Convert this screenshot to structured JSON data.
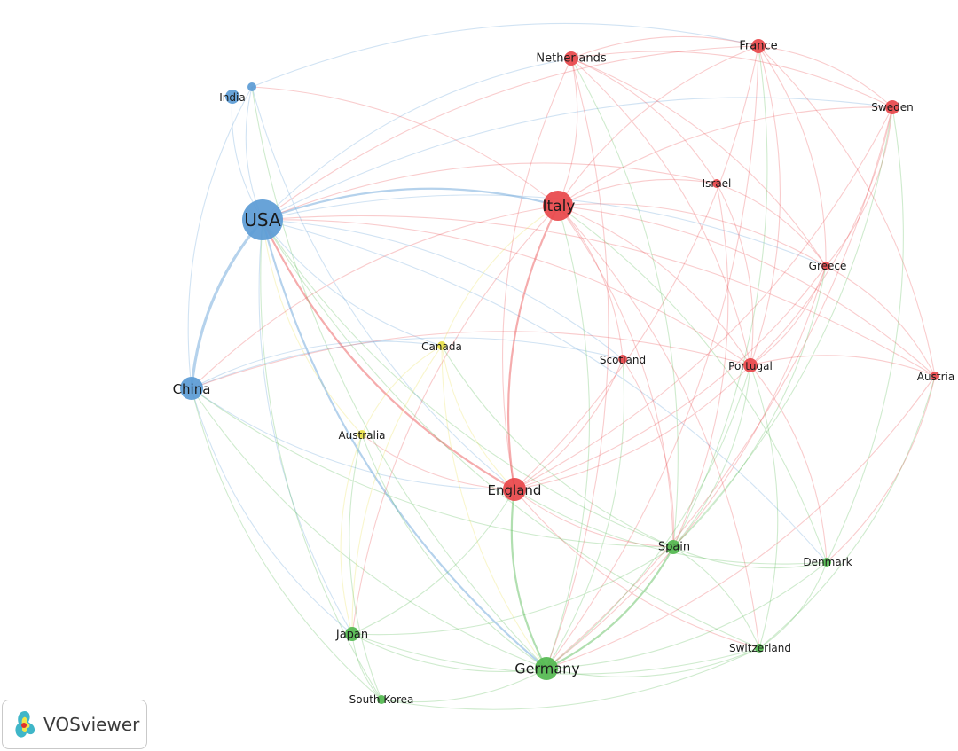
{
  "nodes": [
    {
      "id": "usa",
      "label": "USA",
      "cluster": "blue",
      "size": "xl"
    },
    {
      "id": "india",
      "label": "India",
      "cluster": "blue",
      "size": "s"
    },
    {
      "id": "india2",
      "label": "",
      "cluster": "blue",
      "size": "xs"
    },
    {
      "id": "china",
      "label": "China",
      "cluster": "blue",
      "size": "m"
    },
    {
      "id": "italy",
      "label": "Italy",
      "cluster": "red",
      "size": "l"
    },
    {
      "id": "england",
      "label": "England",
      "cluster": "red",
      "size": "m"
    },
    {
      "id": "netherlands",
      "label": "Netherlands",
      "cluster": "red",
      "size": "s"
    },
    {
      "id": "france",
      "label": "France",
      "cluster": "red",
      "size": "s"
    },
    {
      "id": "sweden",
      "label": "Sweden",
      "cluster": "red",
      "size": "s"
    },
    {
      "id": "israel",
      "label": "Israel",
      "cluster": "red",
      "size": "xs"
    },
    {
      "id": "greece",
      "label": "Greece",
      "cluster": "red",
      "size": "xs"
    },
    {
      "id": "portugal",
      "label": "Portugal",
      "cluster": "red",
      "size": "s"
    },
    {
      "id": "scotland",
      "label": "Scotland",
      "cluster": "red",
      "size": "xs"
    },
    {
      "id": "austria",
      "label": "Austria",
      "cluster": "red",
      "size": "xs"
    },
    {
      "id": "canada",
      "label": "Canada",
      "cluster": "yellow",
      "size": "xs"
    },
    {
      "id": "australia",
      "label": "Australia",
      "cluster": "yellow",
      "size": "xs"
    },
    {
      "id": "germany",
      "label": "Germany",
      "cluster": "green",
      "size": "m"
    },
    {
      "id": "spain",
      "label": "Spain",
      "cluster": "green",
      "size": "s"
    },
    {
      "id": "denmark",
      "label": "Denmark",
      "cluster": "green",
      "size": "xs"
    },
    {
      "id": "switzerland",
      "label": "Switzerland",
      "cluster": "green",
      "size": "xs"
    },
    {
      "id": "japan",
      "label": "Japan",
      "cluster": "green",
      "size": "s"
    },
    {
      "id": "southkorea",
      "label": "South Korea",
      "cluster": "green",
      "size": "xs"
    }
  ],
  "edges": [
    [
      "usa",
      "china",
      3
    ],
    [
      "usa",
      "india",
      1
    ],
    [
      "usa",
      "india2",
      1
    ],
    [
      "usa",
      "italy",
      2
    ],
    [
      "usa",
      "england",
      2
    ],
    [
      "usa",
      "netherlands",
      1
    ],
    [
      "usa",
      "france",
      1
    ],
    [
      "usa",
      "sweden",
      1
    ],
    [
      "usa",
      "israel",
      1
    ],
    [
      "usa",
      "greece",
      1
    ],
    [
      "usa",
      "portugal",
      1
    ],
    [
      "usa",
      "scotland",
      1
    ],
    [
      "usa",
      "austria",
      1
    ],
    [
      "usa",
      "canada",
      1
    ],
    [
      "usa",
      "australia",
      1
    ],
    [
      "usa",
      "germany",
      2
    ],
    [
      "usa",
      "spain",
      1
    ],
    [
      "usa",
      "denmark",
      1
    ],
    [
      "usa",
      "switzerland",
      1
    ],
    [
      "usa",
      "japan",
      1
    ],
    [
      "usa",
      "southkorea",
      1
    ],
    [
      "india2",
      "china",
      1
    ],
    [
      "india2",
      "italy",
      1
    ],
    [
      "india2",
      "england",
      1
    ],
    [
      "india2",
      "germany",
      1
    ],
    [
      "india2",
      "france",
      1
    ],
    [
      "china",
      "italy",
      1
    ],
    [
      "china",
      "england",
      1
    ],
    [
      "china",
      "germany",
      1
    ],
    [
      "china",
      "japan",
      1
    ],
    [
      "china",
      "southkorea",
      1
    ],
    [
      "china",
      "scotland",
      1
    ],
    [
      "china",
      "portugal",
      1
    ],
    [
      "china",
      "canada",
      1
    ],
    [
      "china",
      "spain",
      1
    ],
    [
      "italy",
      "england",
      2
    ],
    [
      "italy",
      "netherlands",
      1
    ],
    [
      "italy",
      "france",
      1
    ],
    [
      "italy",
      "sweden",
      1
    ],
    [
      "italy",
      "israel",
      1
    ],
    [
      "italy",
      "greece",
      1
    ],
    [
      "italy",
      "portugal",
      1
    ],
    [
      "italy",
      "scotland",
      1
    ],
    [
      "italy",
      "austria",
      1
    ],
    [
      "italy",
      "germany",
      1
    ],
    [
      "italy",
      "spain",
      1
    ],
    [
      "italy",
      "denmark",
      1
    ],
    [
      "italy",
      "switzerland",
      1
    ],
    [
      "italy",
      "canada",
      1
    ],
    [
      "italy",
      "japan",
      1
    ],
    [
      "england",
      "netherlands",
      1
    ],
    [
      "england",
      "france",
      1
    ],
    [
      "england",
      "sweden",
      1
    ],
    [
      "england",
      "greece",
      1
    ],
    [
      "england",
      "portugal",
      1
    ],
    [
      "england",
      "scotland",
      1
    ],
    [
      "england",
      "germany",
      2
    ],
    [
      "england",
      "spain",
      1
    ],
    [
      "england",
      "denmark",
      1
    ],
    [
      "england",
      "switzerland",
      1
    ],
    [
      "england",
      "canada",
      1
    ],
    [
      "england",
      "australia",
      1
    ],
    [
      "england",
      "japan",
      1
    ],
    [
      "netherlands",
      "france",
      1
    ],
    [
      "netherlands",
      "sweden",
      1
    ],
    [
      "netherlands",
      "greece",
      1
    ],
    [
      "netherlands",
      "portugal",
      1
    ],
    [
      "netherlands",
      "germany",
      1
    ],
    [
      "netherlands",
      "spain",
      1
    ],
    [
      "netherlands",
      "israel",
      1
    ],
    [
      "france",
      "sweden",
      1
    ],
    [
      "france",
      "greece",
      1
    ],
    [
      "france",
      "portugal",
      1
    ],
    [
      "france",
      "austria",
      1
    ],
    [
      "france",
      "spain",
      1
    ],
    [
      "france",
      "germany",
      1
    ],
    [
      "sweden",
      "greece",
      1
    ],
    [
      "sweden",
      "portugal",
      1
    ],
    [
      "sweden",
      "denmark",
      1
    ],
    [
      "sweden",
      "germany",
      1
    ],
    [
      "sweden",
      "spain",
      1
    ],
    [
      "israel",
      "greece",
      1
    ],
    [
      "israel",
      "portugal",
      1
    ],
    [
      "israel",
      "spain",
      1
    ],
    [
      "greece",
      "portugal",
      1
    ],
    [
      "greece",
      "austria",
      1
    ],
    [
      "greece",
      "spain",
      1
    ],
    [
      "greece",
      "germany",
      1
    ],
    [
      "portugal",
      "spain",
      1
    ],
    [
      "portugal",
      "austria",
      1
    ],
    [
      "portugal",
      "germany",
      1
    ],
    [
      "portugal",
      "denmark",
      1
    ],
    [
      "portugal",
      "switzerland",
      1
    ],
    [
      "scotland",
      "spain",
      1
    ],
    [
      "scotland",
      "germany",
      1
    ],
    [
      "austria",
      "germany",
      1
    ],
    [
      "austria",
      "switzerland",
      1
    ],
    [
      "austria",
      "denmark",
      1
    ],
    [
      "canada",
      "australia",
      1
    ],
    [
      "canada",
      "germany",
      1
    ],
    [
      "canada",
      "spain",
      1
    ],
    [
      "canada",
      "japan",
      1
    ],
    [
      "australia",
      "germany",
      1
    ],
    [
      "australia",
      "japan",
      1
    ],
    [
      "australia",
      "southkorea",
      1
    ],
    [
      "germany",
      "spain",
      2
    ],
    [
      "germany",
      "denmark",
      1
    ],
    [
      "germany",
      "switzerland",
      1
    ],
    [
      "germany",
      "japan",
      1
    ],
    [
      "germany",
      "southkorea",
      1
    ],
    [
      "spain",
      "denmark",
      1
    ],
    [
      "spain",
      "switzerland",
      1
    ],
    [
      "spain",
      "japan",
      1
    ],
    [
      "denmark",
      "switzerland",
      1
    ],
    [
      "switzerland",
      "japan",
      1
    ],
    [
      "switzerland",
      "southkorea",
      1
    ],
    [
      "japan",
      "southkorea",
      1
    ]
  ],
  "clusters": {
    "blue": "#5b9bd5",
    "red": "#e8474a",
    "yellow": "#e8e04a",
    "green": "#52b84f"
  },
  "brand": {
    "name": "VOSviewer"
  }
}
